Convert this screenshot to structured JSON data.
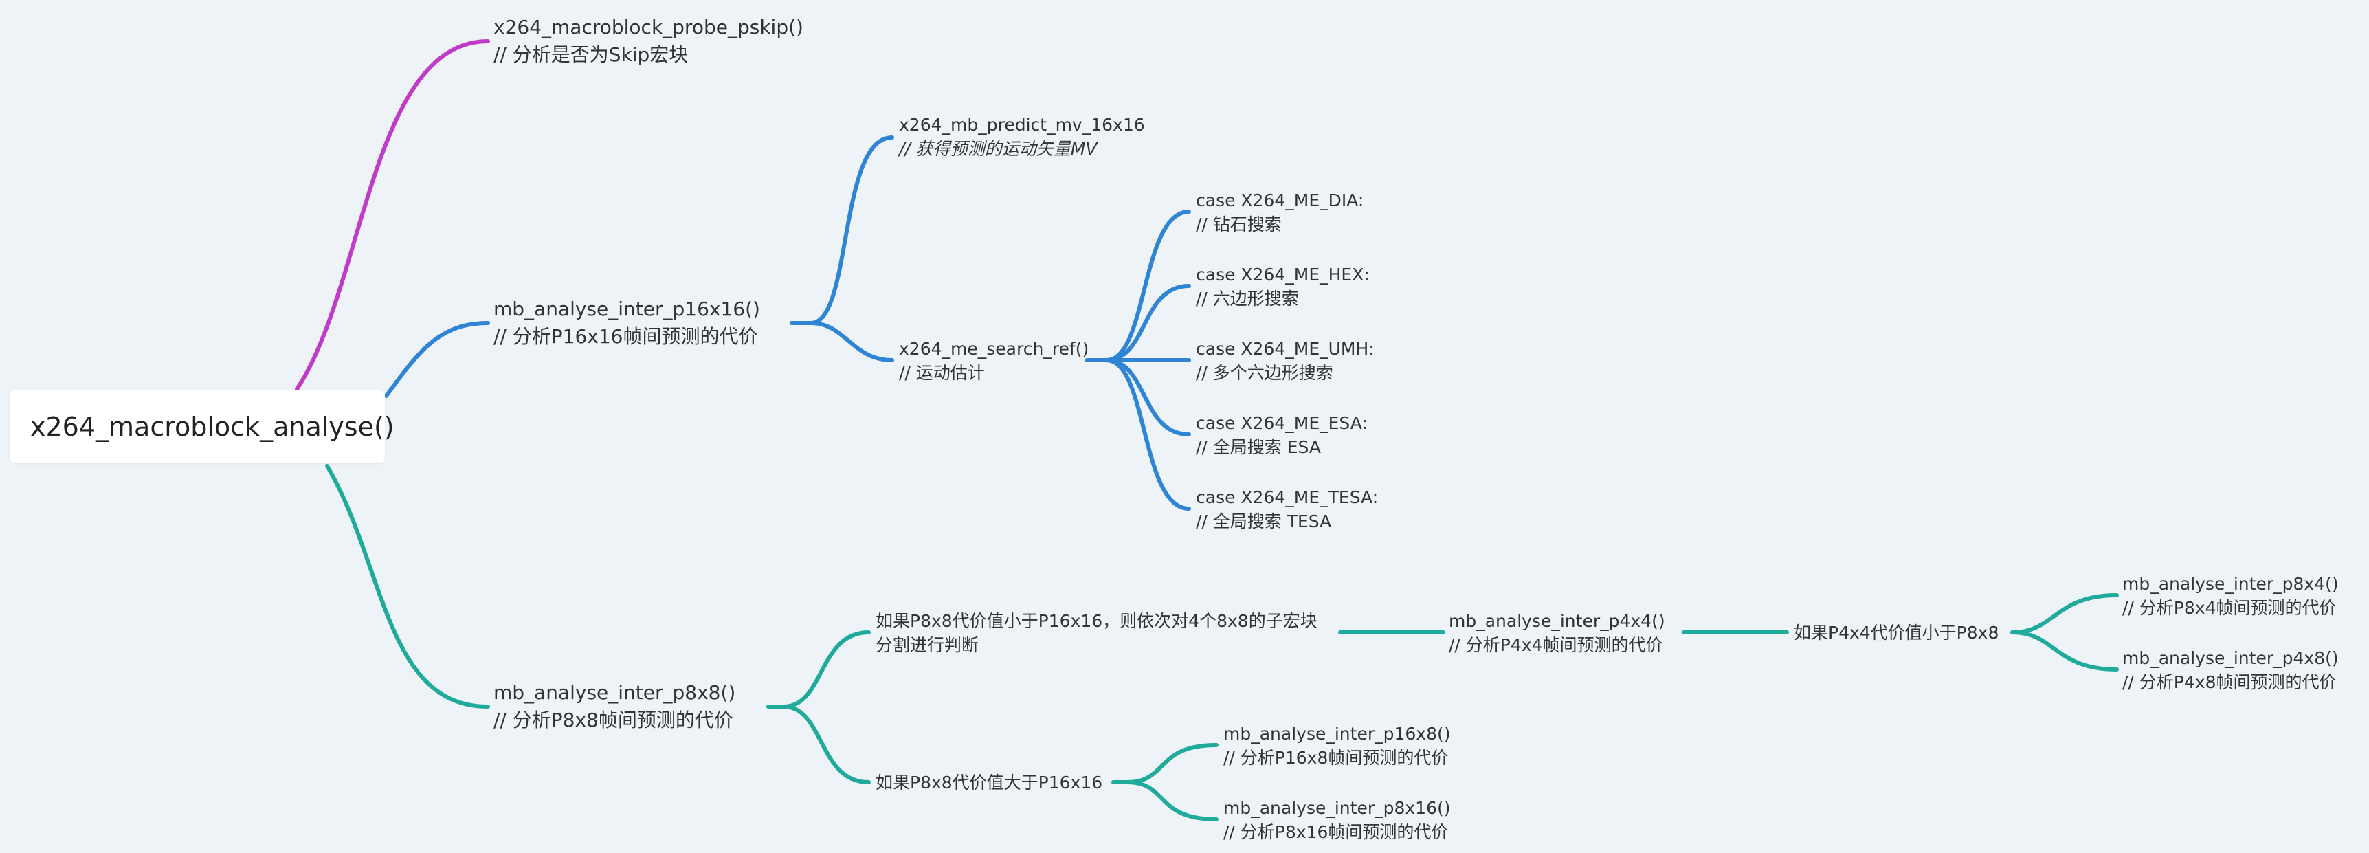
{
  "root": {
    "label": "x264_macroblock_analyse()"
  },
  "colors": {
    "purple": "#c03cc8",
    "blue": "#2f85d3",
    "teal": "#20aa9c",
    "background": "#eef3f7"
  },
  "probe": {
    "func": "x264_macroblock_probe_pskip()",
    "comment": "// 分析是否为Skip宏块"
  },
  "p16x16": {
    "func": "mb_analyse_inter_p16x16()",
    "comment": "// 分析P16x16帧间预测的代价",
    "predict": {
      "func": "x264_mb_predict_mv_16x16",
      "comment": "// 获得预测的运动矢量MV"
    },
    "search": {
      "func": "x264_me_search_ref()",
      "comment": "// 运动估计",
      "methods": [
        {
          "case": "case X264_ME_DIA:",
          "comment": "// 钻石搜索"
        },
        {
          "case": "case X264_ME_HEX:",
          "comment": "// 六边形搜索"
        },
        {
          "case": "case X264_ME_UMH:",
          "comment": "// 多个六边形搜索"
        },
        {
          "case": "case X264_ME_ESA:",
          "comment": "// 全局搜索 ESA"
        },
        {
          "case": "case X264_ME_TESA:",
          "comment": "// 全局搜索 TESA"
        }
      ]
    }
  },
  "p8x8": {
    "func": "mb_analyse_inter_p8x8()",
    "comment": "// 分析P8x8帧间预测的代价",
    "less": {
      "line1": "如果P8x8代价值小于P16x16，则依次对4个8x8的子宏块",
      "line2": "分割进行判断",
      "p4x4": {
        "func": "mb_analyse_inter_p4x4()",
        "comment": "// 分析P4x4帧间预测的代价"
      },
      "cond": "如果P4x4代价值小于P8x8",
      "p8x4": {
        "func": "mb_analyse_inter_p8x4()",
        "comment": "// 分析P8x4帧间预测的代价"
      },
      "p4x8": {
        "func": "mb_analyse_inter_p4x8()",
        "comment": "// 分析P4x8帧间预测的代价"
      }
    },
    "greater": {
      "label": "如果P8x8代价值大于P16x16",
      "p16x8": {
        "func": "mb_analyse_inter_p16x8()",
        "comment": "// 分析P16x8帧间预测的代价"
      },
      "p8x16": {
        "func": "mb_analyse_inter_p8x16()",
        "comment": "// 分析P8x16帧间预测的代价"
      }
    }
  }
}
